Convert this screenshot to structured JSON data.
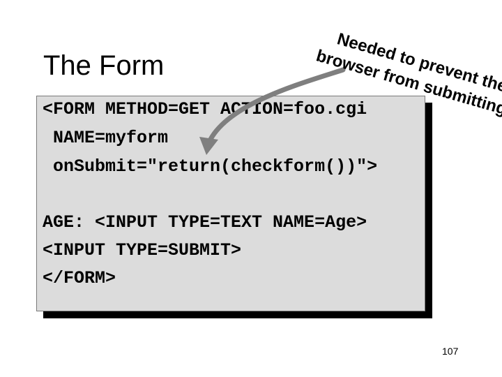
{
  "slide": {
    "title": "The Form",
    "code_lines": [
      "<FORM METHOD=GET ACTION=foo.cgi",
      " NAME=myform",
      " onSubmit=\"return(checkform())\">",
      "AGE: <INPUT TYPE=TEXT NAME=Age>",
      "<INPUT TYPE=SUBMIT>",
      "</FORM>"
    ],
    "callout_lines": [
      "Needed to prevent the",
      "browser from submitting!"
    ],
    "page_number": "107"
  }
}
